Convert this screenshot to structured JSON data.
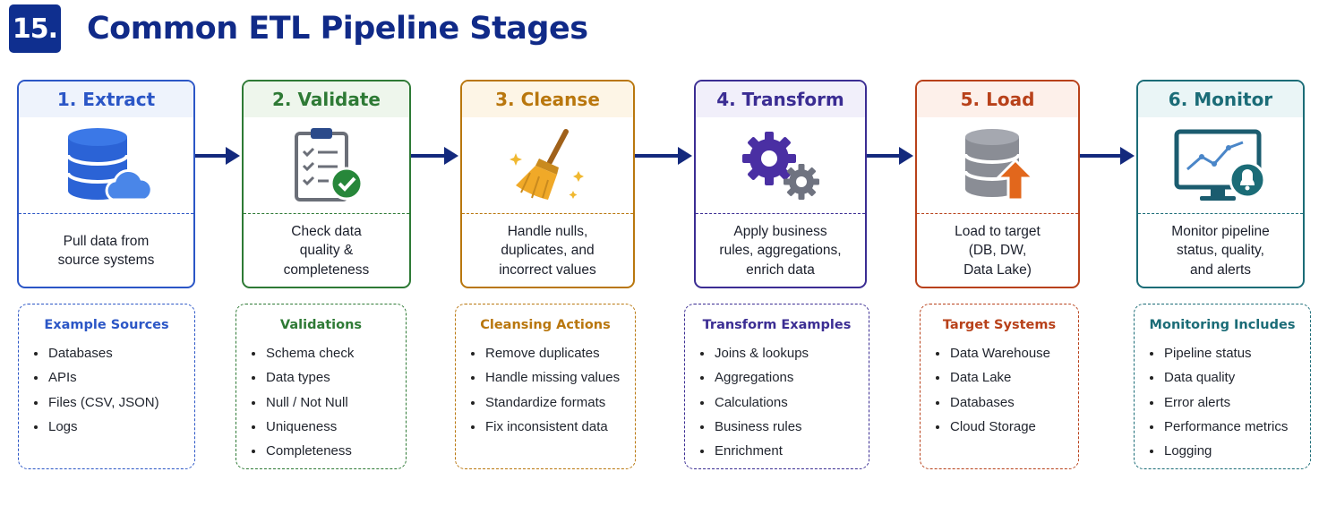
{
  "header": {
    "number": "15.",
    "title": "Common ETL Pipeline Stages"
  },
  "stages": [
    {
      "title": "1. Extract",
      "description": "Pull data from\nsource systems",
      "icon": "database-cloud-icon",
      "color": "#2b56c6",
      "head_bg": "#eef3fc",
      "box_title": "Example Sources",
      "items": [
        "Databases",
        "APIs",
        "Files (CSV, JSON)",
        "Logs"
      ]
    },
    {
      "title": "2. Validate",
      "description": "Check data\nquality &\ncompleteness",
      "icon": "clipboard-check-icon",
      "color": "#2e7a35",
      "head_bg": "#eef6ec",
      "box_title": "Validations",
      "items": [
        "Schema check",
        "Data types",
        "Null / Not Null",
        "Uniqueness",
        "Completeness"
      ]
    },
    {
      "title": "3. Cleanse",
      "description": "Handle nulls,\nduplicates, and\nincorrect values",
      "icon": "broom-icon",
      "color": "#b9770e",
      "head_bg": "#fdf5e6",
      "box_title": "Cleansing Actions",
      "items": [
        "Remove duplicates",
        "Handle missing values",
        "Standardize formats",
        "Fix inconsistent data"
      ]
    },
    {
      "title": "4. Transform",
      "description": "Apply business\nrules, aggregations,\nenrich data",
      "icon": "gears-icon",
      "color": "#3b2d93",
      "head_bg": "#f1effa",
      "box_title": "Transform Examples",
      "items": [
        "Joins & lookups",
        "Aggregations",
        "Calculations",
        "Business rules",
        "Enrichment"
      ]
    },
    {
      "title": "5. Load",
      "description": "Load to target\n(DB, DW,\nData Lake)",
      "icon": "database-upload-icon",
      "color": "#b8411a",
      "head_bg": "#fdf0ea",
      "box_title": "Target Systems",
      "items": [
        "Data Warehouse",
        "Data Lake",
        "Databases",
        "Cloud Storage"
      ]
    },
    {
      "title": "6. Monitor",
      "description": "Monitor pipeline\nstatus, quality,\nand alerts",
      "icon": "monitor-bell-icon",
      "color": "#1b6c77",
      "head_bg": "#eaf5f6",
      "box_title": "Monitoring Includes",
      "items": [
        "Pipeline status",
        "Data quality",
        "Error alerts",
        "Performance metrics",
        "Logging"
      ]
    }
  ],
  "colors": {
    "title": "#102a88",
    "badge": "#0f2f8f",
    "arrow": "#13297d"
  }
}
